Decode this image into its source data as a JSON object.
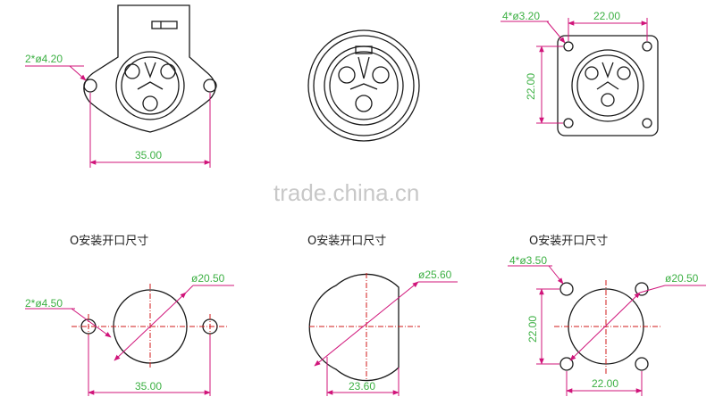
{
  "watermark": "trade.china.cn",
  "caption": "O安装开口尺寸",
  "dimensions": {
    "d_4_20": "2*ø4.20",
    "d_35_top": "35.00",
    "d_3_20": "4*ø3.20",
    "d_22_top_h": "22.00",
    "d_22_top_v": "22.00",
    "d_4_50": "2*ø4.50",
    "d_20_50_a": "ø20.50",
    "d_35_bot": "35.00",
    "d_25_60": "ø25.60",
    "d_23_60": "23.60",
    "d_3_50": "4*ø3.50",
    "d_20_50_b": "ø20.50",
    "d_22_bot_v": "22.00",
    "d_22_bot_h": "22.00"
  }
}
